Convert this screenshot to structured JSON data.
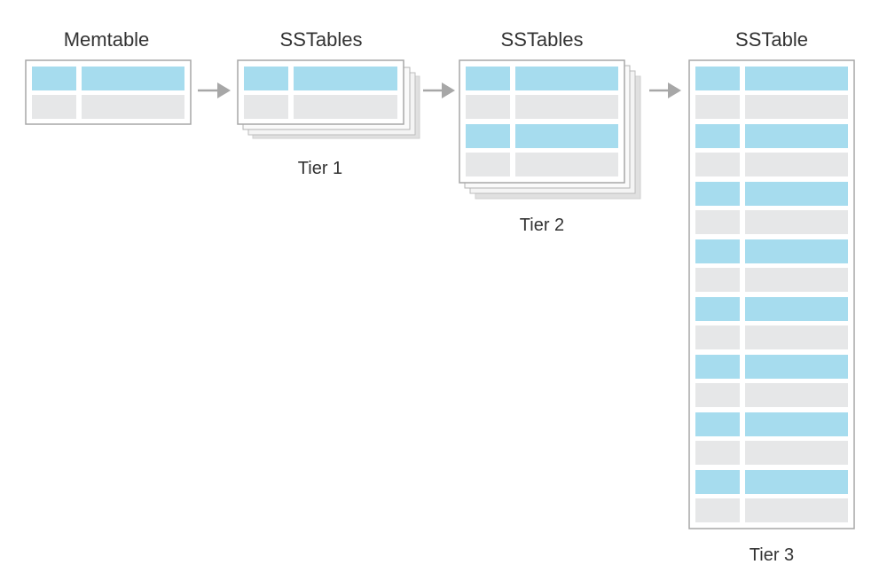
{
  "columns": [
    {
      "heading": "Memtable",
      "caption": ""
    },
    {
      "heading": "SSTables",
      "caption": "Tier 1"
    },
    {
      "heading": "SSTables",
      "caption": "Tier 2"
    },
    {
      "heading": "SSTable",
      "caption": "Tier 3"
    }
  ],
  "colors": {
    "key_cell": "#a6dcee",
    "value_cell": "#e6e7e8",
    "border": "#a7a7a7",
    "stack_shadow": "#e0e0e0",
    "arrow": "#a7a7a7"
  },
  "arrow_icon": "right-arrow-icon"
}
